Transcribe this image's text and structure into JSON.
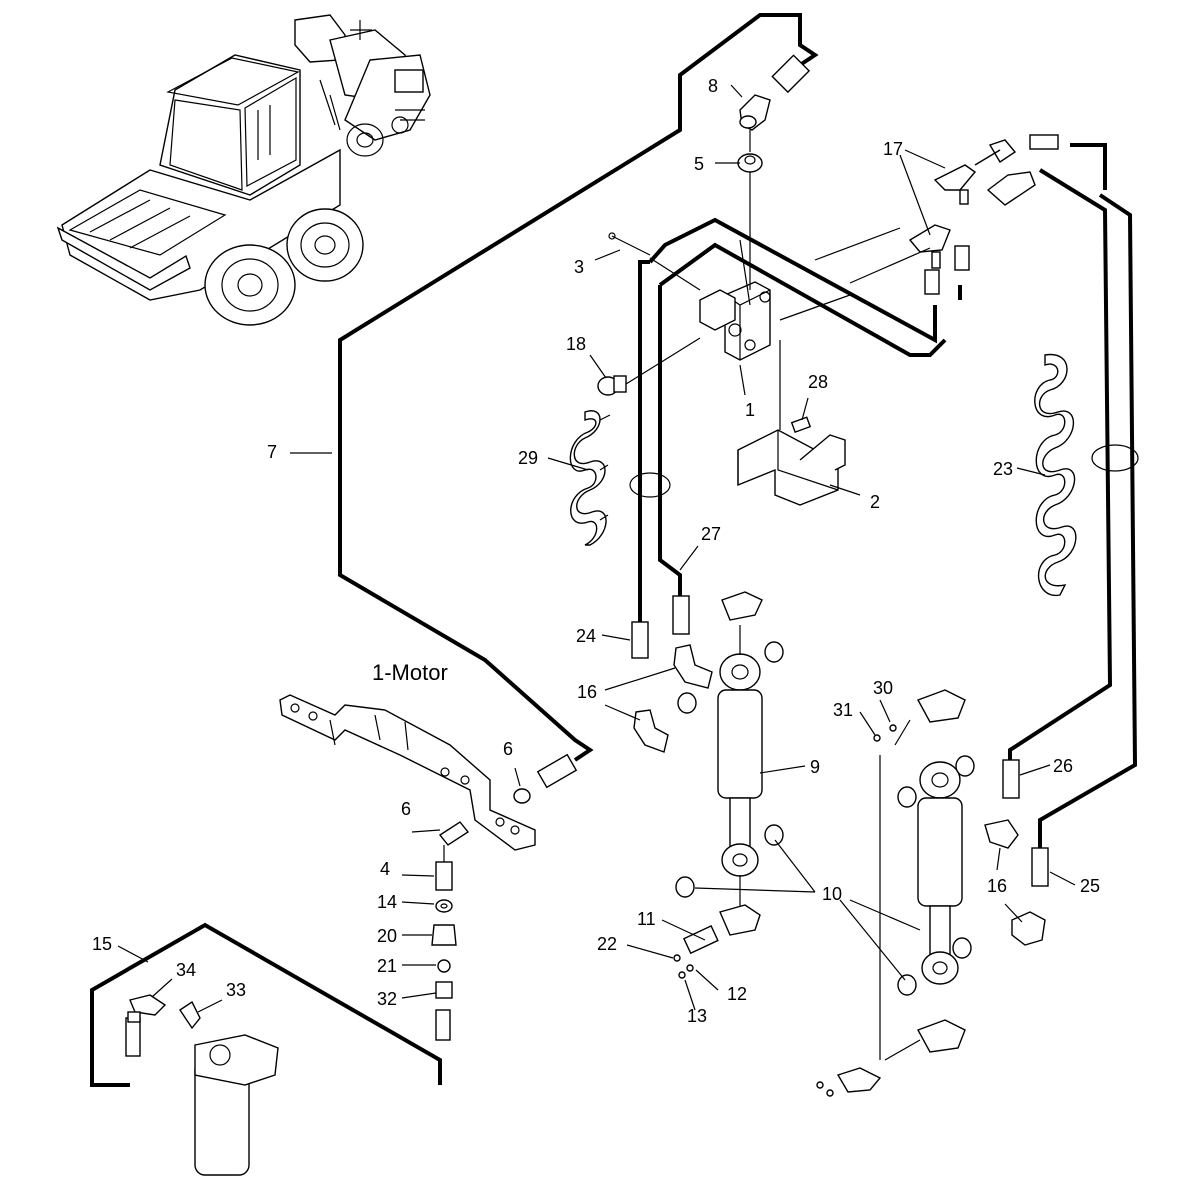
{
  "section_label": "1-Motor",
  "callouts": [
    {
      "id": "c1",
      "text": "1"
    },
    {
      "id": "c2",
      "text": "2"
    },
    {
      "id": "c3",
      "text": "3"
    },
    {
      "id": "c4",
      "text": "4"
    },
    {
      "id": "c5",
      "text": "5"
    },
    {
      "id": "c6a",
      "text": "6"
    },
    {
      "id": "c6b",
      "text": "6"
    },
    {
      "id": "c7",
      "text": "7"
    },
    {
      "id": "c8",
      "text": "8"
    },
    {
      "id": "c9",
      "text": "9"
    },
    {
      "id": "c10",
      "text": "10"
    },
    {
      "id": "c11",
      "text": "11"
    },
    {
      "id": "c12",
      "text": "12"
    },
    {
      "id": "c13",
      "text": "13"
    },
    {
      "id": "c14",
      "text": "14"
    },
    {
      "id": "c15",
      "text": "15"
    },
    {
      "id": "c16a",
      "text": "16"
    },
    {
      "id": "c16b",
      "text": "16"
    },
    {
      "id": "c17",
      "text": "17"
    },
    {
      "id": "c18",
      "text": "18"
    },
    {
      "id": "c20",
      "text": "20"
    },
    {
      "id": "c21",
      "text": "21"
    },
    {
      "id": "c22",
      "text": "22"
    },
    {
      "id": "c23",
      "text": "23"
    },
    {
      "id": "c24",
      "text": "24"
    },
    {
      "id": "c25",
      "text": "25"
    },
    {
      "id": "c26",
      "text": "26"
    },
    {
      "id": "c27",
      "text": "27"
    },
    {
      "id": "c28",
      "text": "28"
    },
    {
      "id": "c29",
      "text": "29"
    },
    {
      "id": "c30",
      "text": "30"
    },
    {
      "id": "c31",
      "text": "31"
    },
    {
      "id": "c32",
      "text": "32"
    },
    {
      "id": "c33",
      "text": "33"
    },
    {
      "id": "c34",
      "text": "34"
    }
  ]
}
